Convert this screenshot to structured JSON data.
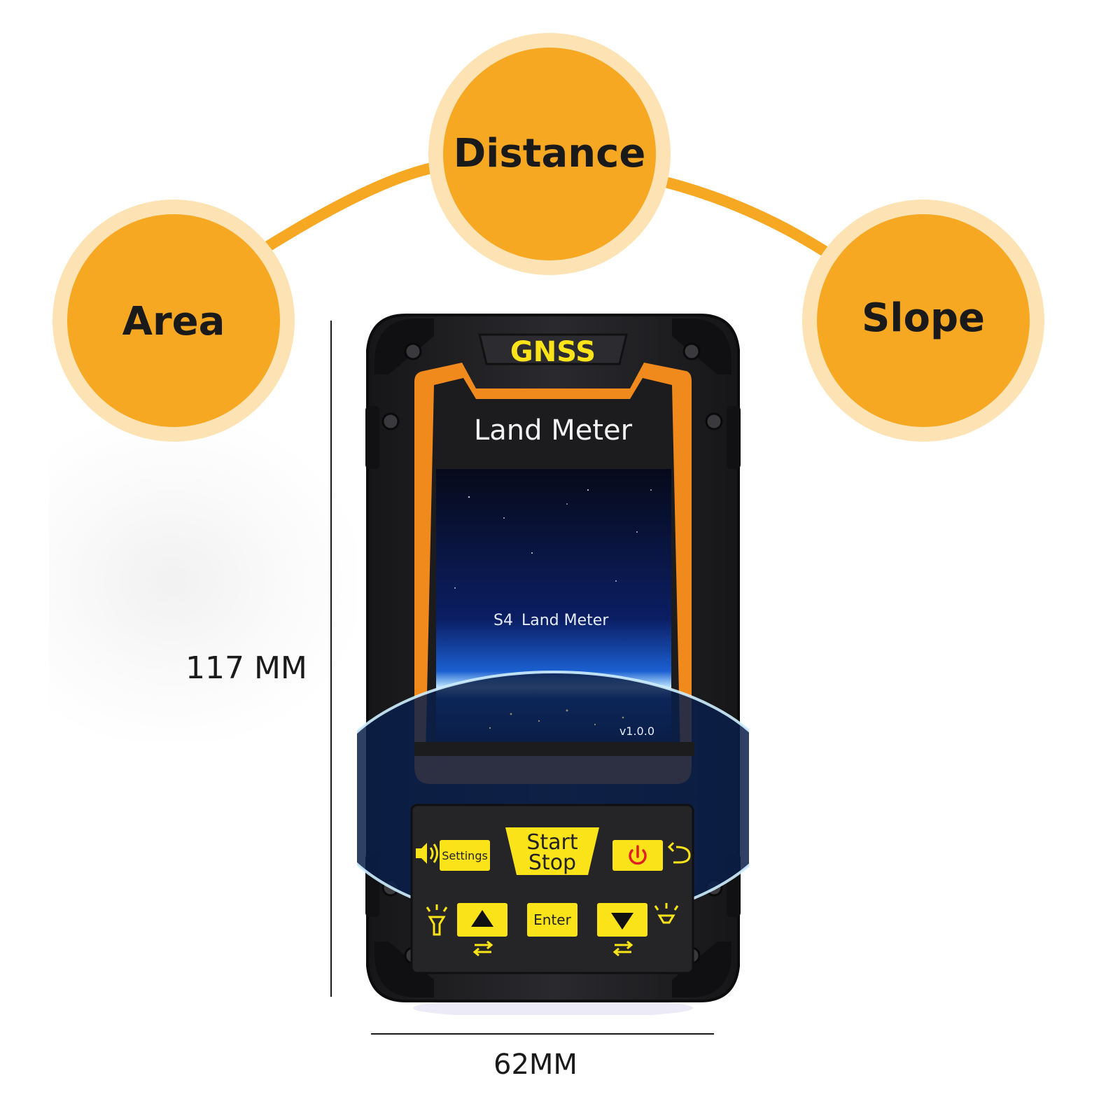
{
  "features": {
    "distance": "Distance",
    "area": "Area",
    "slope": "Slope"
  },
  "device": {
    "brand_label": "GNSS",
    "title": "Land Meter",
    "screen": {
      "model": "S4",
      "name": "Land Meter",
      "version": "v1.0.0"
    },
    "keys": {
      "settings": "Settings",
      "start": "Start",
      "stop": "Stop",
      "enter": "Enter"
    }
  },
  "dimensions": {
    "height": "117 MM",
    "width": "62MM"
  },
  "colors": {
    "accent_orange": "#f7a823",
    "halo": "#fde3b4",
    "key_yellow": "#fbe31a",
    "device_body": "#1f1f22",
    "device_trim": "#f08a1c",
    "power_red": "#e02020"
  },
  "icons": [
    "speaker-icon",
    "power-icon",
    "back-arrow-icon",
    "flashlight-icon",
    "up-arrow-icon",
    "down-arrow-icon",
    "swap-arrows-icon",
    "light-icon"
  ]
}
